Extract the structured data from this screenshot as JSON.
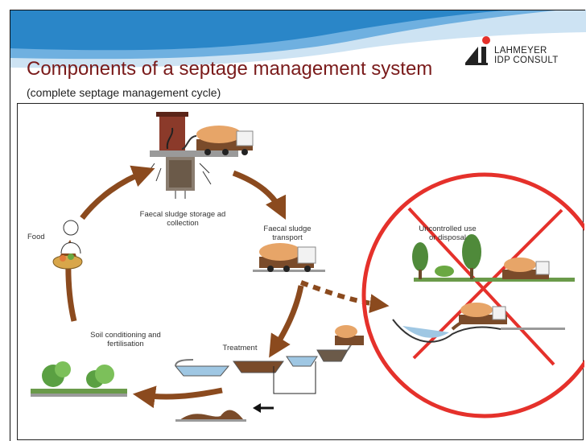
{
  "slide": {
    "title": "Components of a septage management system",
    "subtitle": "(complete septage management cycle)",
    "logo": {
      "line1": "LAHMEYER",
      "line2": "IDP CONSULT"
    }
  },
  "diagram": {
    "labels": {
      "storage": "Faecal sludge storage ad collection",
      "transport": "Faecal sludge transport",
      "treatment": "Treatment",
      "soil": "Soil conditioning and fertilisation",
      "food": "Food",
      "uncontrolled": "Uncontrolled use or disposal"
    }
  },
  "colors": {
    "title": "#7a1b1b",
    "cycle_arrow": "#8b4a1e",
    "prohibition": "#e5312b",
    "wave_blue": "#2a86c8"
  }
}
